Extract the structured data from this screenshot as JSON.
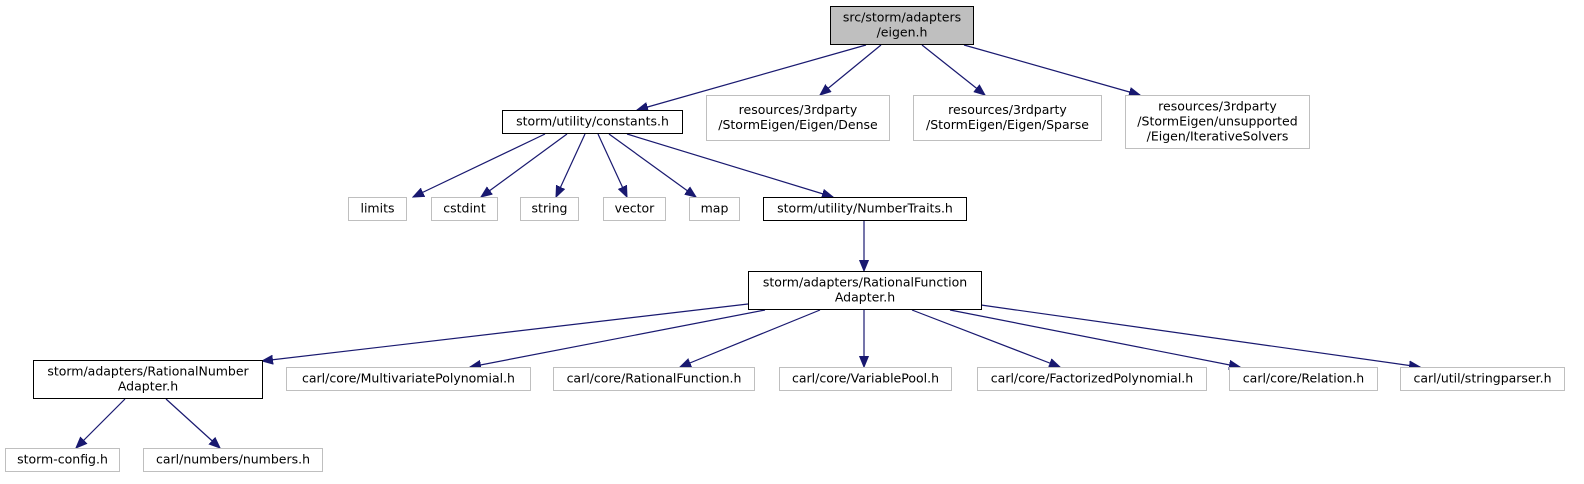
{
  "diagram": {
    "root": {
      "id": "root",
      "lines": [
        "src/storm/adapters",
        "/eigen.h"
      ],
      "style": "root"
    },
    "nodes": [
      {
        "id": "constants",
        "lines": [
          "storm/utility/constants.h"
        ],
        "style": "documented"
      },
      {
        "id": "dense",
        "lines": [
          "resources/3rdparty",
          "/StormEigen/Eigen/Dense"
        ],
        "style": "external"
      },
      {
        "id": "sparse",
        "lines": [
          "resources/3rdparty",
          "/StormEigen/Eigen/Sparse"
        ],
        "style": "external"
      },
      {
        "id": "iterative",
        "lines": [
          "resources/3rdparty",
          "/StormEigen/unsupported",
          "/Eigen/IterativeSolvers"
        ],
        "style": "external"
      },
      {
        "id": "limits",
        "lines": [
          "limits"
        ],
        "style": "external"
      },
      {
        "id": "cstdint",
        "lines": [
          "cstdint"
        ],
        "style": "external"
      },
      {
        "id": "string",
        "lines": [
          "string"
        ],
        "style": "external"
      },
      {
        "id": "vector",
        "lines": [
          "vector"
        ],
        "style": "external"
      },
      {
        "id": "map",
        "lines": [
          "map"
        ],
        "style": "external"
      },
      {
        "id": "numbertraits",
        "lines": [
          "storm/utility/NumberTraits.h"
        ],
        "style": "documented"
      },
      {
        "id": "rfadapter",
        "lines": [
          "storm/adapters/RationalFunction",
          "Adapter.h"
        ],
        "style": "documented"
      },
      {
        "id": "rnadapter",
        "lines": [
          "storm/adapters/RationalNumber",
          "Adapter.h"
        ],
        "style": "documented"
      },
      {
        "id": "multivariate",
        "lines": [
          "carl/core/MultivariatePolynomial.h"
        ],
        "style": "external"
      },
      {
        "id": "rationalfunction",
        "lines": [
          "carl/core/RationalFunction.h"
        ],
        "style": "external"
      },
      {
        "id": "variablepool",
        "lines": [
          "carl/core/VariablePool.h"
        ],
        "style": "external"
      },
      {
        "id": "factorized",
        "lines": [
          "carl/core/FactorizedPolynomial.h"
        ],
        "style": "external"
      },
      {
        "id": "relation",
        "lines": [
          "carl/core/Relation.h"
        ],
        "style": "external"
      },
      {
        "id": "stringparser",
        "lines": [
          "carl/util/stringparser.h"
        ],
        "style": "external"
      },
      {
        "id": "stormconfig",
        "lines": [
          "storm-config.h"
        ],
        "style": "external"
      },
      {
        "id": "numbers",
        "lines": [
          "carl/numbers/numbers.h"
        ],
        "style": "external"
      }
    ],
    "edges": [
      {
        "from": "root",
        "to": "constants"
      },
      {
        "from": "root",
        "to": "dense"
      },
      {
        "from": "root",
        "to": "sparse"
      },
      {
        "from": "root",
        "to": "iterative"
      },
      {
        "from": "constants",
        "to": "limits"
      },
      {
        "from": "constants",
        "to": "cstdint"
      },
      {
        "from": "constants",
        "to": "string"
      },
      {
        "from": "constants",
        "to": "vector"
      },
      {
        "from": "constants",
        "to": "map"
      },
      {
        "from": "constants",
        "to": "numbertraits"
      },
      {
        "from": "numbertraits",
        "to": "rfadapter"
      },
      {
        "from": "rfadapter",
        "to": "rnadapter"
      },
      {
        "from": "rfadapter",
        "to": "multivariate"
      },
      {
        "from": "rfadapter",
        "to": "rationalfunction"
      },
      {
        "from": "rfadapter",
        "to": "variablepool"
      },
      {
        "from": "rfadapter",
        "to": "factorized"
      },
      {
        "from": "rfadapter",
        "to": "relation"
      },
      {
        "from": "rfadapter",
        "to": "stringparser"
      },
      {
        "from": "rnadapter",
        "to": "stormconfig"
      },
      {
        "from": "rnadapter",
        "to": "numbers"
      }
    ],
    "colors": {
      "root_fill": "#bfbfbf",
      "root_border": "#000000",
      "documented_fill": "#ffffff",
      "documented_border": "#000000",
      "external_fill": "#ffffff",
      "external_border": "#bfbfbf",
      "edge": "#191970"
    }
  }
}
